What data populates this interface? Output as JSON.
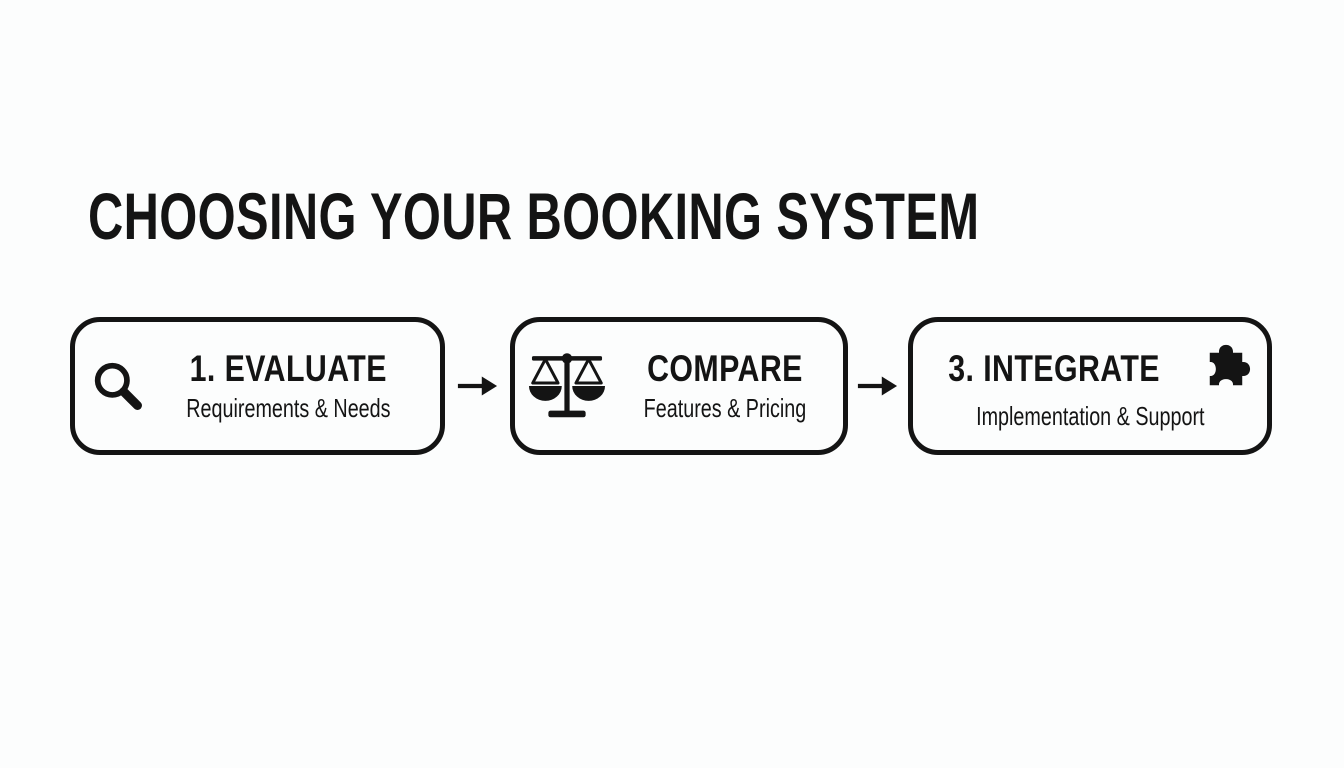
{
  "colors": {
    "background": "#fcfdfd",
    "ink": "#141414"
  },
  "header": {
    "title": "CHOOSING YOUR BOOKING SYSTEM"
  },
  "flow": {
    "steps": [
      {
        "title": "1. EVALUATE",
        "subtitle": "Requirements & Needs",
        "icon": "magnifier-icon"
      },
      {
        "title": "COMPARE",
        "subtitle": "Features & Pricing",
        "icon": "balance-scale-icon"
      },
      {
        "title": "3. INTEGRATE",
        "subtitle": "Implementation & Support",
        "icon": "puzzle-piece-icon"
      }
    ],
    "connector": "arrow-right"
  }
}
